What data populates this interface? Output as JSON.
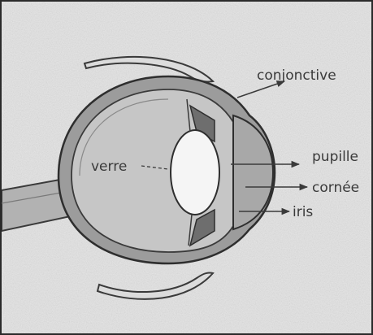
{
  "figure": {
    "labels": {
      "conjunctiva": "conjonctive",
      "vitreous": "verre",
      "pupil": "pupille",
      "cornea": "cornée",
      "iris": "iris"
    },
    "colors": {
      "background": "#e4e4e4",
      "outline": "#3a3a3a",
      "sclera_band": "#9a9a9a",
      "eyeball_fill": "#c8c8c8",
      "lens": "#f6f6f6",
      "optic_nerve": "#b0b0b0"
    }
  }
}
